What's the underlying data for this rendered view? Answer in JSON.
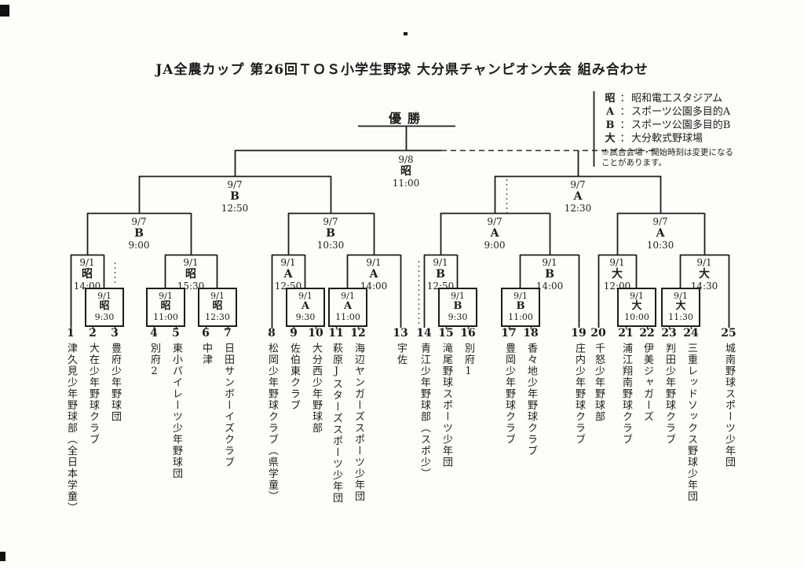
{
  "title": "JA全農カップ 第26回ＴＯＳ小学生野球 大分県チャンピオン大会 組み合わせ",
  "champion_label": "優勝",
  "legend": {
    "entries": [
      {
        "code": "昭",
        "colon": "：",
        "name": "昭和電工スタジアム"
      },
      {
        "code": "A",
        "colon": "：",
        "name": "スポーツ公園多目的A"
      },
      {
        "code": "B",
        "colon": "：",
        "name": "スポーツ公園多目的B"
      },
      {
        "code": "大",
        "colon": "：",
        "name": "大分軟式野球場"
      }
    ],
    "note_line1": "※試合会場・開始時刻は変更になる",
    "note_line2": "ことがあります。"
  },
  "matches": {
    "final": {
      "date": "9/8",
      "venue": "昭",
      "time": "11:00"
    },
    "semifinals": [
      {
        "date": "9/7",
        "venue": "B",
        "time": "12:50"
      },
      {
        "date": "9/7",
        "venue": "A",
        "time": "12:30"
      }
    ],
    "quarterfinals": [
      {
        "date": "9/7",
        "venue": "B",
        "time": "9:00"
      },
      {
        "date": "9/7",
        "venue": "B",
        "time": "10:30"
      },
      {
        "date": "9/7",
        "venue": "A",
        "time": "9:00"
      },
      {
        "date": "9/7",
        "venue": "A",
        "time": "10:30"
      }
    ],
    "second_round": [
      {
        "date": "9/1",
        "venue": "昭",
        "time": "14:00",
        "between": [
          "1",
          "winner 2-3"
        ]
      },
      {
        "date": "9/1",
        "venue": "昭",
        "time": "15:30",
        "between": [
          "winner 4-5",
          "winner 6-7"
        ]
      },
      {
        "date": "9/1",
        "venue": "A",
        "time": "12:50",
        "between": [
          "8",
          "winner 9-10"
        ]
      },
      {
        "date": "9/1",
        "venue": "A",
        "time": "14:00",
        "between": [
          "winner 11-12",
          "13"
        ]
      },
      {
        "date": "9/1",
        "venue": "B",
        "time": "12:50",
        "between": [
          "14",
          "winner 15-16"
        ]
      },
      {
        "date": "9/1",
        "venue": "B",
        "time": "14:00",
        "between": [
          "winner 17-18",
          "19"
        ]
      },
      {
        "date": "9/1",
        "venue": "大",
        "time": "12:00",
        "between": [
          "20",
          "winner 21-22"
        ]
      },
      {
        "date": "9/1",
        "venue": "大",
        "time": "14:30",
        "between": [
          "winner 23-24",
          "25"
        ]
      }
    ],
    "first_round": [
      {
        "date": "9/1",
        "venue": "昭",
        "time": "9:30",
        "teams": [
          2,
          3
        ]
      },
      {
        "date": "9/1",
        "venue": "昭",
        "time": "11:00",
        "teams": [
          4,
          5
        ]
      },
      {
        "date": "9/1",
        "venue": "昭",
        "time": "12:30",
        "teams": [
          6,
          7
        ]
      },
      {
        "date": "9/1",
        "venue": "A",
        "time": "9:30",
        "teams": [
          9,
          10
        ]
      },
      {
        "date": "9/1",
        "venue": "A",
        "time": "11:00",
        "teams": [
          11,
          12
        ]
      },
      {
        "date": "9/1",
        "venue": "B",
        "time": "9:30",
        "teams": [
          15,
          16
        ]
      },
      {
        "date": "9/1",
        "venue": "B",
        "time": "11:00",
        "teams": [
          17,
          18
        ]
      },
      {
        "date": "9/1",
        "venue": "大",
        "time": "10:00",
        "teams": [
          21,
          22
        ]
      },
      {
        "date": "9/1",
        "venue": "大",
        "time": "11:30",
        "teams": [
          23,
          24
        ]
      }
    ]
  },
  "teams": [
    {
      "no": "1",
      "name": "津久見少年野球部（全日本学童）"
    },
    {
      "no": "2",
      "name": "大在少年野球クラブ"
    },
    {
      "no": "3",
      "name": "豊府少年野球団"
    },
    {
      "no": "4",
      "name": "別府2"
    },
    {
      "no": "5",
      "name": "東小パイレーツ少年野球団"
    },
    {
      "no": "6",
      "name": "中津"
    },
    {
      "no": "7",
      "name": "日田サンボーイズクラブ"
    },
    {
      "no": "8",
      "name": "松岡少年野球クラブ（県学童）"
    },
    {
      "no": "9",
      "name": "佐伯東クラブ"
    },
    {
      "no": "10",
      "name": "大分西少年野球部"
    },
    {
      "no": "11",
      "name": "萩原Jスターズスポーツ少年団"
    },
    {
      "no": "12",
      "name": "海辺ヤンガーズスポーツ少年団"
    },
    {
      "no": "13",
      "name": "宇佐"
    },
    {
      "no": "14",
      "name": "青江少年野球部（スポ少）"
    },
    {
      "no": "15",
      "name": "滝尾野球スポーツ少年団"
    },
    {
      "no": "16",
      "name": "別府1"
    },
    {
      "no": "17",
      "name": "豊岡少年野球クラブ"
    },
    {
      "no": "18",
      "name": "香々地少年野球クラブ"
    },
    {
      "no": "19",
      "name": "庄内少年野球クラブ"
    },
    {
      "no": "20",
      "name": "千怒少年野球部"
    },
    {
      "no": "21",
      "name": "浦江翔南野球クラブ"
    },
    {
      "no": "22",
      "name": "伊美ジャガーズ"
    },
    {
      "no": "23",
      "name": "判田少年野球クラブ"
    },
    {
      "no": "24",
      "name": "三重レッドソックス野球少年団"
    },
    {
      "no": "25",
      "name": "城南野球スポーツ少年団"
    }
  ]
}
